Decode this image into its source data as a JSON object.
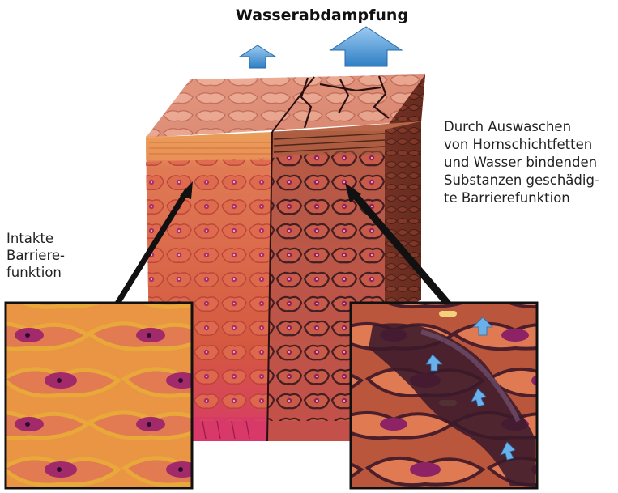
{
  "title": "Wasserabdampfung",
  "label_right": "Durch Auswaschen\nvon Hornschichtfetten\nund Wasser bindenden\nSubstanzen geschädig-\nte Barrierefunktion",
  "label_left": "Intakte\nBarriere-\nfunktion",
  "colors": {
    "skin_base": "#c95a44",
    "skin_light": "#e58a63",
    "cell_fill": "#d9674c",
    "nucleus": "#8a1f5a",
    "lipid": "#f0b040",
    "arrow_blue": "#3d8fd0",
    "damage_dark": "#3a1a2a"
  },
  "icons": [
    "up-arrow-icon",
    "up-arrow-icon"
  ]
}
